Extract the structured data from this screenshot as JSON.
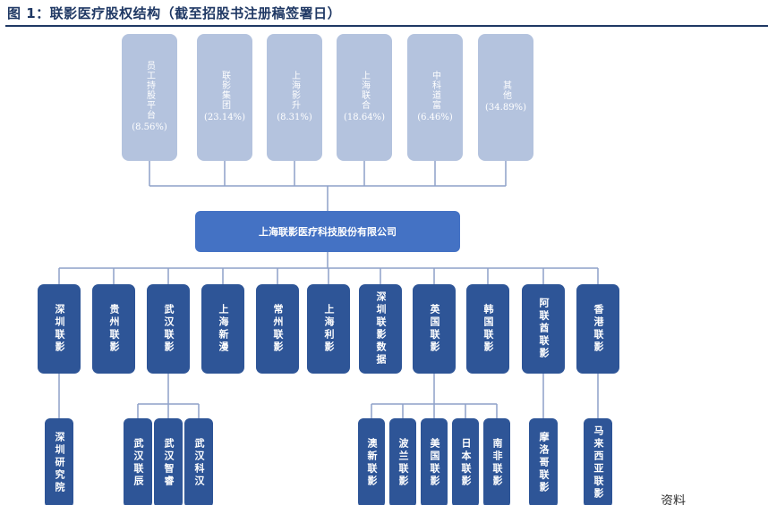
{
  "figure_title": "图 1：联影医疗股权结构（截至招股书注册稿签署日）",
  "shareholders": [
    {
      "name": "员工持股平台",
      "pct": "(8.56%)"
    },
    {
      "name": "联影集团",
      "pct": "(23.14%)"
    },
    {
      "name": "上海影升",
      "pct": "(8.31%)"
    },
    {
      "name": "上海联合",
      "pct": "(18.64%)"
    },
    {
      "name": "中科道富",
      "pct": "(6.46%)"
    },
    {
      "name": "其他",
      "pct": "(34.89%)"
    }
  ],
  "company": "上海联影医疗科技股份有限公司",
  "subsidiaries": [
    "深圳联影",
    "贵州联影",
    "武汉联影",
    "上海新漫",
    "常州联影",
    "上海利影",
    "深圳联影数据",
    "英国联影",
    "韩国联影",
    "阿联酋联影",
    "香港联影"
  ],
  "sub_subsidiaries": [
    "深圳研究院",
    "武汉联辰",
    "武汉智睿",
    "武汉科汉",
    "澳新联影",
    "波兰联影",
    "美国联影",
    "日本联影",
    "南非联影",
    "摩洛哥联影",
    "马来西亚联影"
  ],
  "source_fragment": "资料"
}
